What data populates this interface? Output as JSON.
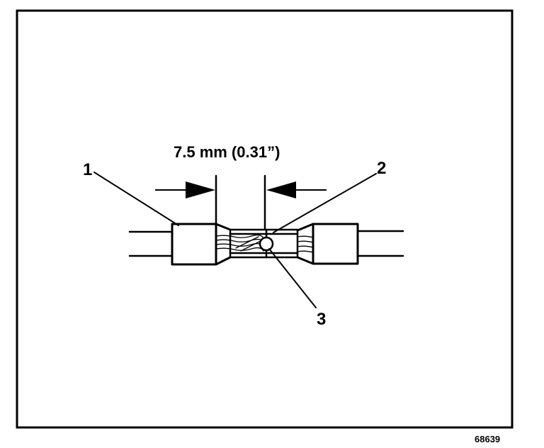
{
  "dimension_label": "7.5 mm (0.31”)",
  "callouts": [
    "1",
    "2",
    "3"
  ],
  "figure_number": "68639",
  "colors": {
    "ink": "#000000",
    "background": "#ffffff"
  }
}
